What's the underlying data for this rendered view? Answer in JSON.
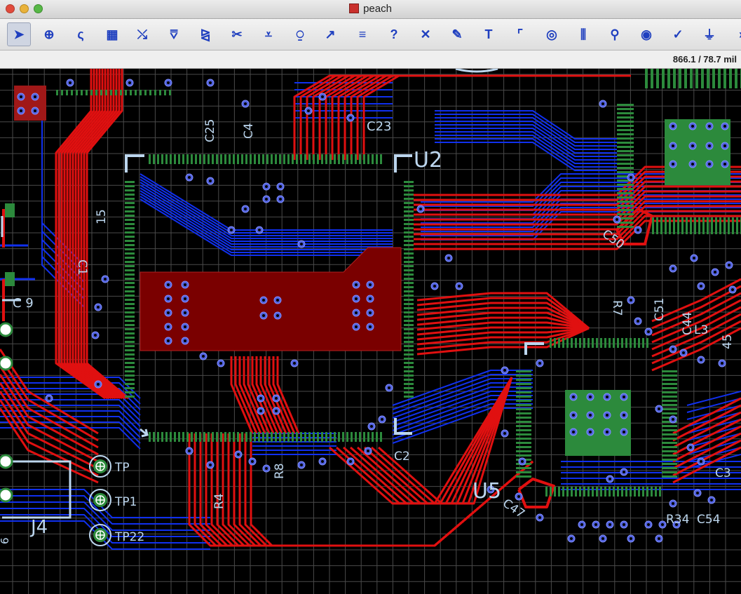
{
  "window": {
    "title": "peach",
    "app_icon": "pcb-editor-icon"
  },
  "toolbar": {
    "tools": [
      {
        "name": "select-tool",
        "glyph": "➤",
        "active": true
      },
      {
        "name": "zoom-tool",
        "glyph": "⊕"
      },
      {
        "name": "arc-tool",
        "glyph": "ς"
      },
      {
        "name": "properties-tool",
        "glyph": "▦"
      },
      {
        "name": "break-trace-tool",
        "glyph": "⤯"
      },
      {
        "name": "pour-tool",
        "glyph": "⩢"
      },
      {
        "name": "polygon-tool",
        "glyph": "⧎"
      },
      {
        "name": "cut-tool",
        "glyph": "✂"
      },
      {
        "name": "fill-tool",
        "glyph": "⩡"
      },
      {
        "name": "via-tool",
        "glyph": "⍜"
      },
      {
        "name": "route-tool",
        "glyph": "↗"
      },
      {
        "name": "bus-tool",
        "glyph": "≡"
      },
      {
        "name": "help-tool",
        "glyph": "?"
      },
      {
        "name": "delete-tool",
        "glyph": "✕"
      },
      {
        "name": "draw-tool",
        "glyph": "✎"
      },
      {
        "name": "text-tool",
        "glyph": "T"
      },
      {
        "name": "corner-tool",
        "glyph": "⌜"
      },
      {
        "name": "target-tool",
        "glyph": "◎"
      },
      {
        "name": "align-tool",
        "glyph": "⫼"
      },
      {
        "name": "pin-tool",
        "glyph": "⚲"
      },
      {
        "name": "ring-tool",
        "glyph": "◉"
      },
      {
        "name": "check-tool",
        "glyph": "✓"
      },
      {
        "name": "ground-tool",
        "glyph": "⏚"
      },
      {
        "name": "more-tool",
        "glyph": "›"
      }
    ]
  },
  "status": {
    "coordinates": "866.1 / 78.7 mil"
  },
  "colors": {
    "background": "#000000",
    "grid": "#4a4a4a",
    "top_copper": "#e01010",
    "bottom_copper": "#1030ee",
    "pad": "#2c8a3c",
    "via": "#5060dd",
    "silkscreen": "#bcd6ee",
    "pour": "#7a0000"
  },
  "labels": {
    "C23": "C23",
    "U2": "U2",
    "C25": "C25",
    "C4": "C4",
    "R15": "15",
    "C1": "C1",
    "C19": "C 9",
    "C50": "C50",
    "R7": "R7",
    "C51": "C51",
    "C44": "C44",
    "L3": "L3",
    "R45": "45",
    "C2": "C2",
    "R8": "R8",
    "R4": "R4",
    "U5": "U5",
    "C47": "C47",
    "R34": "R34",
    "C54": "C54",
    "C3": "C3",
    "J4": "J4",
    "TP": "TP",
    "TP1": "TP1",
    "TP22": "TP22",
    "digit6": "6"
  }
}
